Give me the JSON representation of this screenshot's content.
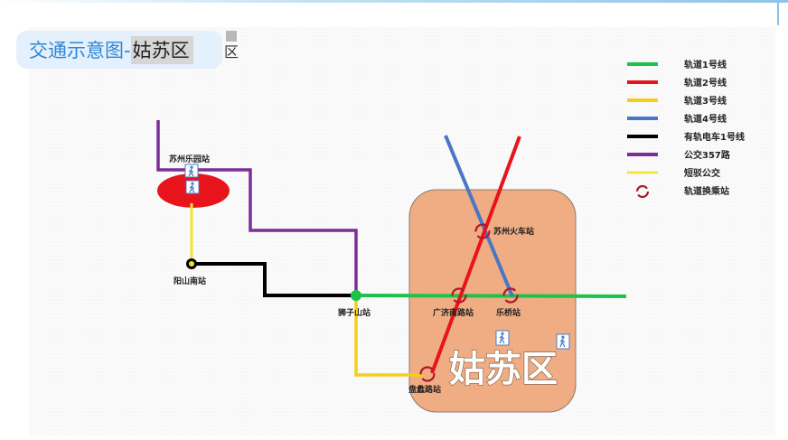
{
  "title": {
    "prefix": "交通示意图-",
    "highlight": "姑苏区",
    "tail": "区"
  },
  "district": {
    "label": "姑苏区",
    "fill": "#f0ac82"
  },
  "colors": {
    "track1": "#1ec24a",
    "track2": "#e8141b",
    "track3": "#f7cd1d",
    "track4": "#4a76c6",
    "tram1": "#000000",
    "bus357": "#7a2e96",
    "shuttle": "#f5e42a",
    "interchange": "#b0182c"
  },
  "stations": {
    "amusement_park": "苏州乐园站",
    "yangshan_south": "阳山南站",
    "shizishan": "狮子山站",
    "railway_station": "苏州火车站",
    "guangji_south": "广济南路站",
    "leqiao": "乐桥站",
    "panli_road": "盘蠡路站"
  },
  "legend": [
    {
      "label": "轨道1号线",
      "color": "#1ec24a",
      "symbol": "line"
    },
    {
      "label": "轨道2号线",
      "color": "#e8141b",
      "symbol": "line"
    },
    {
      "label": "轨道3号线",
      "color": "#f7cd1d",
      "symbol": "line"
    },
    {
      "label": "轨道4号线",
      "color": "#4a76c6",
      "symbol": "line"
    },
    {
      "label": "有轨电车1号线",
      "color": "#000000",
      "symbol": "line"
    },
    {
      "label": "公交357路",
      "color": "#7a2e96",
      "symbol": "line"
    },
    {
      "label": "短驳公交",
      "color": "#f5e42a",
      "symbol": "thin-line"
    },
    {
      "label": "轨道换乘站",
      "color": "#b0182c",
      "symbol": "interchange"
    }
  ],
  "icons": [
    "pedestrian-icon",
    "interchange-icon",
    "station-node-icon"
  ]
}
